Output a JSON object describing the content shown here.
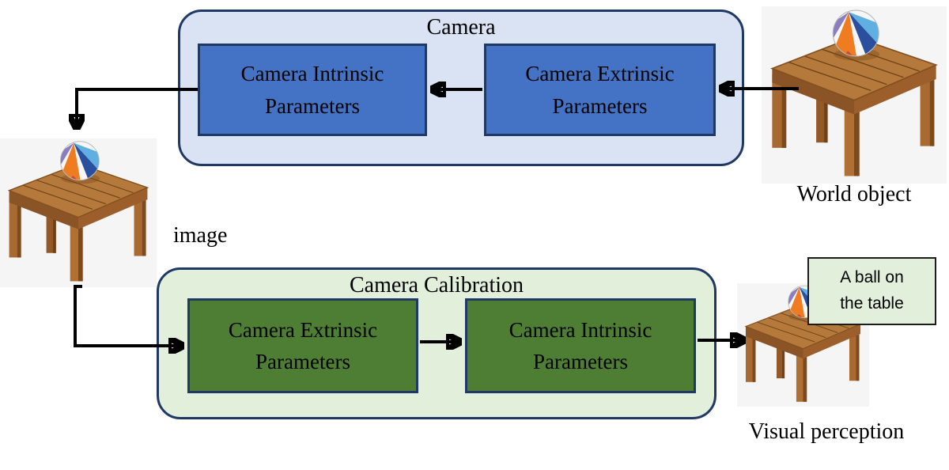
{
  "camera_block": {
    "title": "Camera",
    "boxes": [
      {
        "label": "Camera Intrinsic Parameters"
      },
      {
        "label": "Camera Extrinsic Parameters"
      }
    ]
  },
  "calibration_block": {
    "title": "Camera Calibration",
    "boxes": [
      {
        "label": "Camera Extrinsic Parameters"
      },
      {
        "label": "Camera Intrinsic Parameters"
      }
    ]
  },
  "figures": {
    "world_object": {
      "caption": "World object",
      "illustration": "table-with-beach-ball"
    },
    "image": {
      "caption": "image",
      "illustration": "table-with-beach-ball"
    },
    "visual_perception": {
      "caption": "Visual perception",
      "illustration": "table-with-beach-ball"
    }
  },
  "callout": {
    "lines": [
      "A ball on",
      "the table"
    ]
  },
  "arrows": [
    {
      "from": "world-object",
      "to": "camera-extrinsic-parameters"
    },
    {
      "from": "camera-extrinsic-parameters",
      "to": "camera-intrinsic-parameters"
    },
    {
      "from": "camera",
      "to": "image"
    },
    {
      "from": "image",
      "to": "calibration-extrinsic-parameters"
    },
    {
      "from": "calibration-extrinsic-parameters",
      "to": "calibration-intrinsic-parameters"
    },
    {
      "from": "calibration-intrinsic-parameters",
      "to": "visual-perception"
    }
  ],
  "colors": {
    "camera_container_fill": "#dae3f3",
    "camera_box_fill": "#4472c4",
    "calibration_container_fill": "#e2efda",
    "calibration_box_fill": "#4e7e33",
    "outline": "#1f3864",
    "arrow": "#000000",
    "callout_fill": "#e2efda",
    "callout_border": "#1c1c1c"
  }
}
